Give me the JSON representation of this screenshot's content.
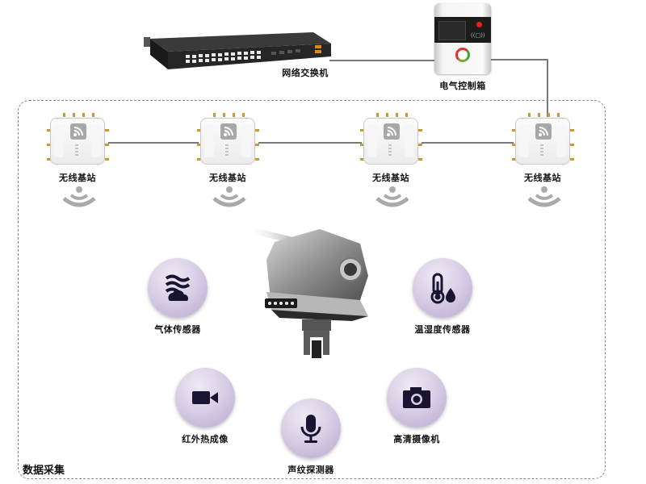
{
  "devices": {
    "switch": {
      "label": "网络交换机",
      "icon": "network-switch-icon"
    },
    "cabinet": {
      "label": "电气控制箱",
      "icon": "electrical-cabinet-icon",
      "nfc_symbol": "((□))"
    },
    "base_stations": [
      {
        "label": "无线基站",
        "icon": "wireless-base-station-icon"
      },
      {
        "label": "无线基站",
        "icon": "wireless-base-station-icon"
      },
      {
        "label": "无线基站",
        "icon": "wireless-base-station-icon"
      },
      {
        "label": "无线基站",
        "icon": "wireless-base-station-icon"
      }
    ],
    "robot": {
      "icon": "inspection-robot-icon"
    }
  },
  "sensors": [
    {
      "label": "气体传感器",
      "icon": "gas-wave-cloud-icon"
    },
    {
      "label": "温湿度传感器",
      "icon": "thermometer-droplet-icon"
    },
    {
      "label": "红外热成像",
      "icon": "video-camera-icon"
    },
    {
      "label": "声纹探测器",
      "icon": "microphone-icon"
    },
    {
      "label": "高清摄像机",
      "icon": "photo-camera-icon"
    }
  ],
  "zone": {
    "label": "数据采集"
  },
  "colors": {
    "line": "#7a7a7a",
    "dash": "#8a8a8a",
    "sensor_bg": "#d9cfe6",
    "icon_fg": "#1a1433",
    "antenna": "#c69a35",
    "wifi_wave": "#aaaaaa"
  }
}
